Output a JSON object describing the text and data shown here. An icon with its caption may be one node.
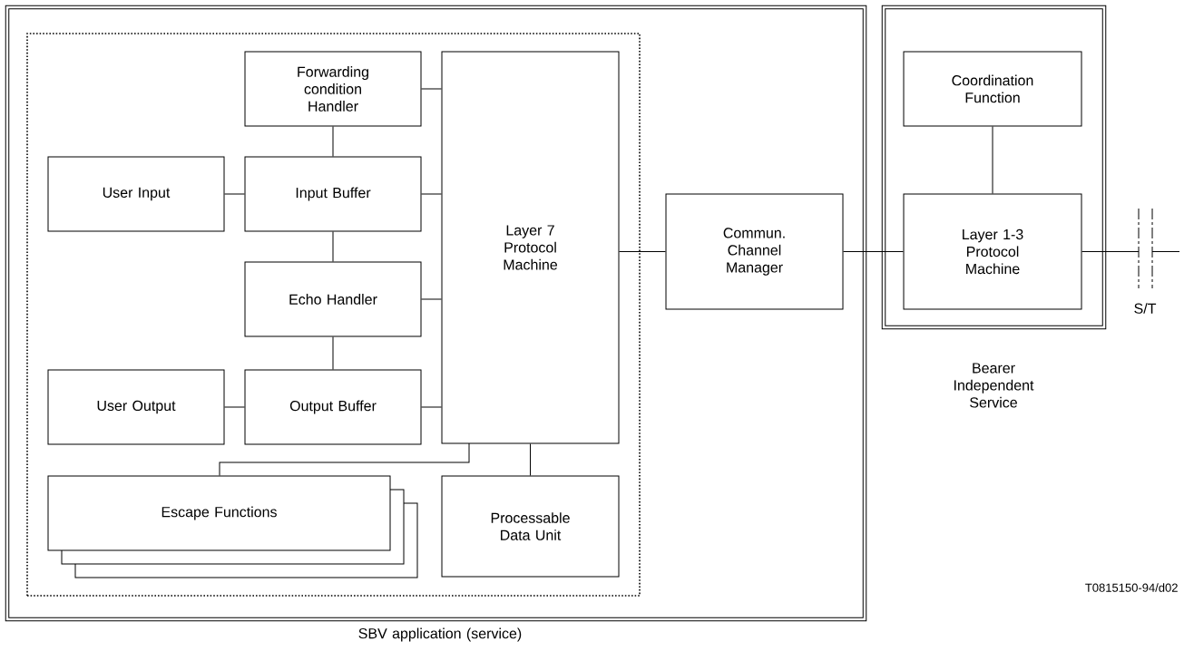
{
  "diagram": {
    "nodes": [
      {
        "text": [
          "SBV application (service)"
        ]
      },
      {
        "text": [],
        "shape": "box",
        "in": 0
      },
      {
        "text": [
          "Forwarding condition Handler"
        ],
        "in": 1
      },
      {
        "text": [
          "User Input"
        ],
        "in": 1
      },
      {
        "text": [
          "Input Buffer"
        ],
        "in": 1
      },
      {
        "text": [
          "Echo Handler"
        ],
        "in": 1
      },
      {
        "text": [
          "User Output"
        ],
        "in": 1
      },
      {
        "text": [
          "Output Buffer"
        ],
        "in": 1
      },
      {
        "text": [
          "Layer 7 Protocol Machine"
        ],
        "in": 1
      },
      {
        "text": [
          "Escape Functions"
        ],
        "in": 1
      },
      {
        "text": [
          "Processable Data Unit"
        ],
        "in": 1
      },
      {
        "text": [
          "Commun. Channel Manager"
        ],
        "in": 0
      },
      {
        "text": [
          "Bearer Independent Service"
        ]
      },
      {
        "text": [
          "Coordination Function"
        ],
        "in": 12
      },
      {
        "text": [
          "Layer 1-3 Protocol Machine"
        ],
        "in": 12
      }
    ],
    "edges": [
      {
        "from": 2,
        "to": 8,
        "arrow": "none"
      },
      {
        "from": 2,
        "to": 4,
        "arrow": "none"
      },
      {
        "from": 3,
        "to": 4,
        "arrow": "none"
      },
      {
        "from": 4,
        "to": 8,
        "arrow": "none"
      },
      {
        "from": 4,
        "to": 5,
        "arrow": "none"
      },
      {
        "from": 5,
        "to": 8,
        "arrow": "none"
      },
      {
        "from": 5,
        "to": 7,
        "arrow": "none"
      },
      {
        "from": 6,
        "to": 7,
        "arrow": "none"
      },
      {
        "from": 7,
        "to": 8,
        "arrow": "none"
      },
      {
        "from": 8,
        "to": 9,
        "arrow": "none"
      },
      {
        "from": 8,
        "to": 10,
        "arrow": "none"
      },
      {
        "from": 8,
        "to": 11,
        "arrow": "none"
      },
      {
        "from": 11,
        "to": 14,
        "arrow": "none"
      },
      {
        "from": 13,
        "to": 14,
        "arrow": "none"
      },
      {
        "from": 14,
        "to": null,
        "arrow": "none"
      }
    ],
    "labels": [
      "S/T",
      "T0815150-94/d02"
    ]
  }
}
